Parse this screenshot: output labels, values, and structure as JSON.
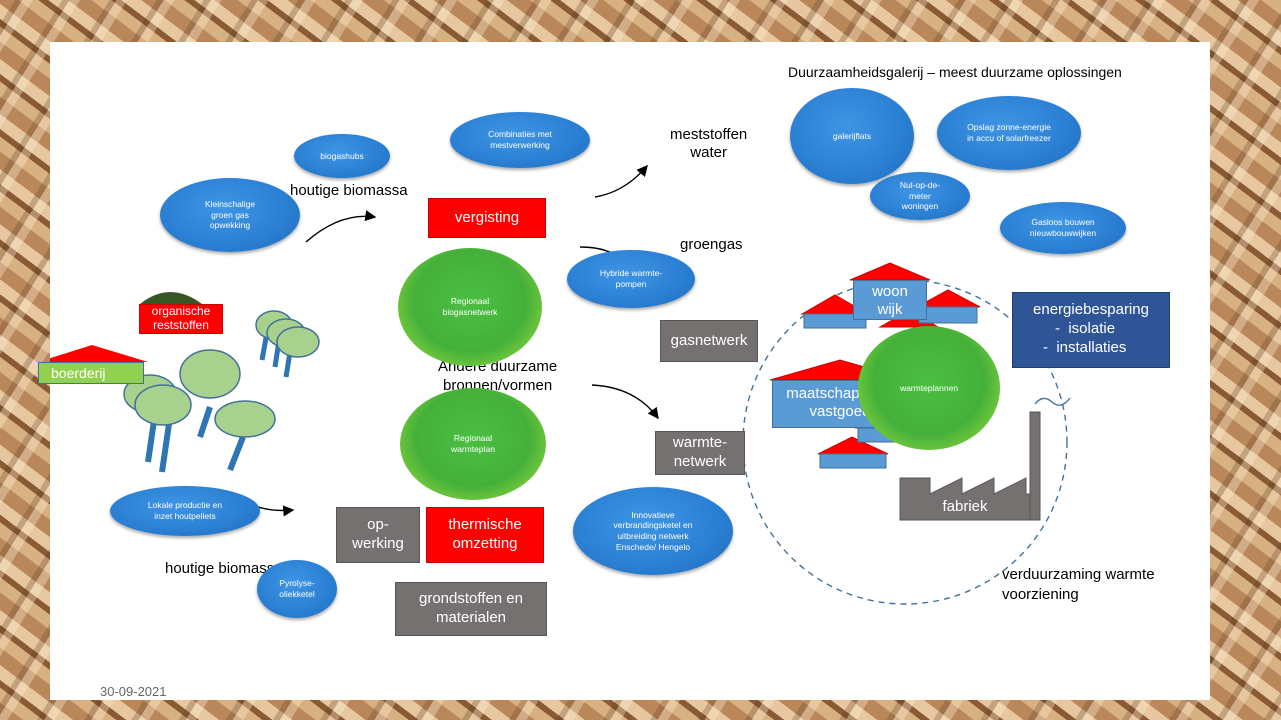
{
  "heading": "Duurzaamheidsgalerij – meest duurzame oplossingen",
  "footer_date": "30-09-2021",
  "labels": {
    "houtige_biomassa_top": "houtige biomassa",
    "houtige_biomassa_bottom": "houtige biomassa",
    "meststoffen": "meststoffen\nwater",
    "groengas": "groengas",
    "andere": "Andere duurzame\nbronnen/vormen",
    "verduurzaming": "verduurzaming warmte\nvoorziening"
  },
  "red_boxes": {
    "vergisting": "vergisting",
    "thermische": "thermische\nomzetting",
    "organische": "organische\nreststoffen"
  },
  "grey_boxes": {
    "gasnetwerk": "gasnetwerk",
    "warmtenetwerk": "warmte-\nnetwerk",
    "opwerking": "op-\nwerking",
    "grondstoffen": "grondstoffen en\nmaterialen",
    "fabriek": "fabriek"
  },
  "boerderij": "boerderij",
  "houses": {
    "woonwijk": "woon\nwijk",
    "maatschappelijk": "maatschappelijk\nvastgoed"
  },
  "energiebesparing": {
    "title": "energiebesparing",
    "items": [
      "isolatie",
      "installaties"
    ]
  },
  "blue_ovals": {
    "biogashubs": "biogashubs",
    "combinaties": "Combinaties met\nmestverwerking",
    "kleinschalige": "Kleinschalige\ngroen gas\nopwekking",
    "hybride": "Hybride warmte-\npompen",
    "galerijflats": "galerijflats",
    "opslag": "Opslag zonne-energie\nin accu of solarfreezer",
    "nulopdemeter": "Nul-op-de-\nmeter\nwoningen",
    "gasloos": "Gasloos bouwen\nnieuwbouwwijken",
    "innovatieve": "Innovatieve\nverbrandingsketel en\nuitbreiding netwerk\nEnschede/ Hengelo",
    "lokale": "Lokale productie en\ninzet houtpellets",
    "pyrolyse": "Pyrolyse-\noliekketel"
  },
  "green_circles": {
    "biogasnetwerk": "Regionaal\nbiogasnetwerk",
    "warmteplan": "Regionaal\nwarmteplan",
    "warmteplannen": "warmteplannen"
  },
  "colors": {
    "oval_blue": "#2a7fd3",
    "green": "#44b03a",
    "red": "#ff0000",
    "grey": "#767171",
    "navy": "#2f5597",
    "house_blue": "#5b9bd5",
    "tree_green": "#a9d18e"
  }
}
